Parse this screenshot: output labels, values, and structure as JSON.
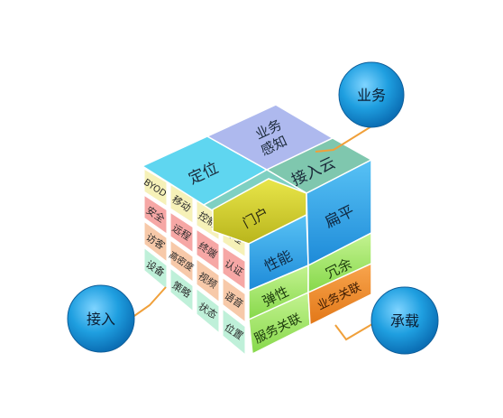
{
  "cube": {
    "top": {
      "positioning": "定位",
      "business_awareness_line1": "业务",
      "business_awareness_line2": "感知",
      "access_cloud": "接入云"
    },
    "left": {
      "col1": [
        "BYOD",
        "安全",
        "访客",
        "设备"
      ],
      "col2": [
        "移动",
        "远程",
        "高密度",
        "策略"
      ],
      "col3": [
        "控制",
        "终端",
        "视频",
        "状态"
      ],
      "col4": [
        "管理",
        "认证",
        "语音",
        "位置"
      ]
    },
    "right": {
      "portal": "门户",
      "flat": "扁平",
      "performance": "性能",
      "redundancy": "冗余",
      "elasticity": "弹性",
      "business_link": "业务关联",
      "service_link": "服务关联"
    }
  },
  "callouts": {
    "business": "业务",
    "access": "接入",
    "carrying": "承载"
  },
  "colors": {
    "tile_yellow": "#f6f1b8",
    "tile_pink": "#f6a7a5",
    "tile_peach": "#f7c9a9",
    "tile_mint": "#bff0d9",
    "top_cyan": "#5fd6f0",
    "top_lavender": "#aeb9ee",
    "top_teal": "#7fc7ae",
    "portal_olive": "#d6d32a",
    "right_blue": "#35a9ec",
    "right_green": "#a4e66a",
    "right_orange": "#f08a2c",
    "circle_blue": "#1f9fe0",
    "leader_orange": "#f0a03a"
  }
}
